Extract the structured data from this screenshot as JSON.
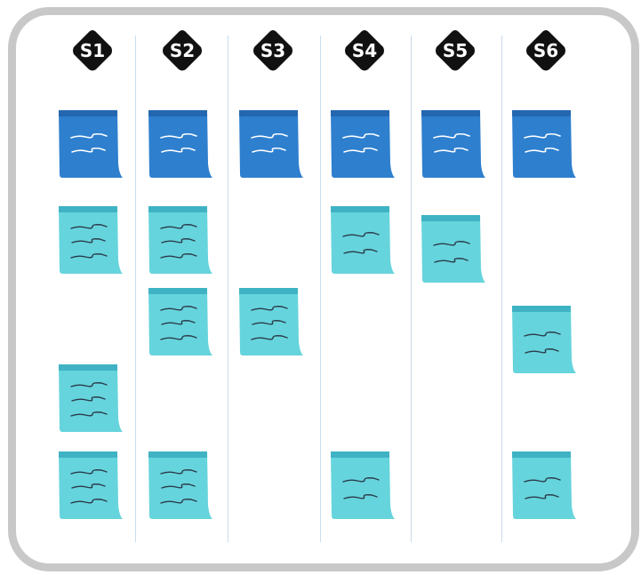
{
  "board": {
    "columns": [
      {
        "label": "S1",
        "notes": [
          0,
          1,
          3,
          4
        ]
      },
      {
        "label": "S2",
        "notes": [
          0,
          1,
          2,
          4
        ]
      },
      {
        "label": "S3",
        "notes": [
          0,
          2
        ]
      },
      {
        "label": "S4",
        "notes": [
          0,
          1,
          4
        ]
      },
      {
        "label": "S5",
        "notes": [
          0,
          1
        ]
      },
      {
        "label": "S6",
        "notes": [
          0,
          3,
          4
        ]
      }
    ]
  },
  "colors": {
    "frame": "#c8c8c8",
    "badge": "#111111",
    "badge_text": "#ffffff",
    "header_note": "#2e7fce",
    "header_note_top": "#2467b0",
    "card_note": "#66d4dc",
    "card_note_top": "#3fb3c4",
    "scribble_header": "#ffffff",
    "scribble_card": "#2a3a4a",
    "divider": "#c9dcec"
  },
  "icons": {
    "badge": "diamond-badge-icon",
    "note": "sticky-note-icon"
  }
}
